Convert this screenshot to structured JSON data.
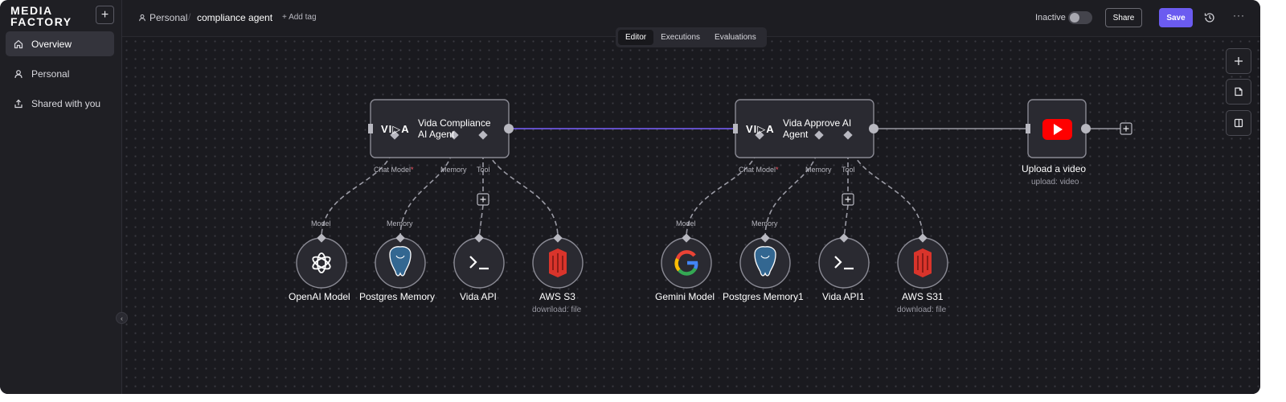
{
  "sidebar": {
    "logo_line1": "MEDIA",
    "logo_line2": "FACTORY",
    "new_label": "+",
    "items": [
      {
        "label": "Overview",
        "icon": "home-icon"
      },
      {
        "label": "Personal",
        "icon": "user-icon"
      },
      {
        "label": "Shared with you",
        "icon": "share-icon"
      }
    ]
  },
  "header": {
    "project": "Personal",
    "separator": "/",
    "workflow_name": "compliance agent",
    "add_tag": "+ Add tag",
    "status_label": "Inactive",
    "active": false,
    "share_label": "Share",
    "save_label": "Save",
    "more_label": "···"
  },
  "tabs": [
    {
      "label": "Editor",
      "active": true
    },
    {
      "label": "Executions",
      "active": false
    },
    {
      "label": "Evaluations",
      "active": false
    }
  ],
  "nodes": {
    "agent1": {
      "logo": "VI▷A",
      "title_line1": "Vida Compliance",
      "title_line2": "AI Agent",
      "ports": [
        "Chat Model",
        "Memory",
        "Tool"
      ],
      "required": "*"
    },
    "agent2": {
      "logo": "VI▷A",
      "title_line1": "Vida Approve AI",
      "title_line2": "Agent",
      "ports": [
        "Chat Model",
        "Memory",
        "Tool"
      ],
      "required": "*"
    },
    "youtube": {
      "title": "Upload a video",
      "subtitle": "upload: video"
    },
    "sub1": [
      {
        "port": "Model",
        "title": "OpenAI Model",
        "subtitle": "",
        "icon": "openai-icon"
      },
      {
        "port": "Memory",
        "title": "Postgres Memory",
        "subtitle": "",
        "icon": "postgres-icon"
      },
      {
        "port": "",
        "title": "Vida API",
        "subtitle": "",
        "icon": "terminal-icon"
      },
      {
        "port": "",
        "title": "AWS S3",
        "subtitle": "download: file",
        "icon": "aws-s3-icon"
      }
    ],
    "sub2": [
      {
        "port": "Model",
        "title": "Gemini Model",
        "subtitle": "",
        "icon": "google-icon"
      },
      {
        "port": "Memory",
        "title": "Postgres Memory1",
        "subtitle": "",
        "icon": "postgres-icon"
      },
      {
        "port": "",
        "title": "Vida API1",
        "subtitle": "",
        "icon": "terminal-icon"
      },
      {
        "port": "",
        "title": "AWS S31",
        "subtitle": "download: file",
        "icon": "aws-s3-icon"
      }
    ]
  },
  "colors": {
    "accent": "#6b5bf0",
    "active_edge": "#7b61ff",
    "node_bg": "#2a2a31",
    "node_border": "#8a8a94",
    "youtube_red": "#ff0000",
    "aws_red": "#d9342b"
  }
}
